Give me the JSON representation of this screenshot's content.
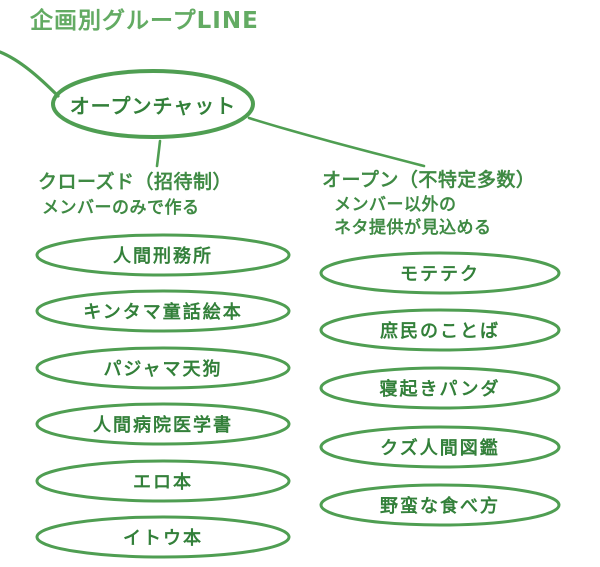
{
  "diagram": {
    "title": "企画別グループLINE",
    "center_node": "オープンチャット",
    "branches": {
      "left": {
        "heading": "クローズド（招待制）",
        "subheading": "メンバーのみで作る",
        "items": [
          "人間刑務所",
          "キンタマ童話絵本",
          "パジャマ天狗",
          "人間病院医学書",
          "エロ本",
          "イトウ本"
        ]
      },
      "right": {
        "heading": "オープン（不特定多数）",
        "subheading_line1": "メンバー以外の",
        "subheading_line2": "ネタ提供が見込める",
        "items": [
          "モテテク",
          "庶民のことば",
          "寝起きパンダ",
          "クズ人間図鑑",
          "野蛮な食べ方"
        ]
      }
    },
    "colors": {
      "stroke": "#4f9e52",
      "title_text": "#63ab63",
      "node_text": "#33803a",
      "heading_text": "#3f8a44",
      "background": "#ffffff"
    }
  }
}
